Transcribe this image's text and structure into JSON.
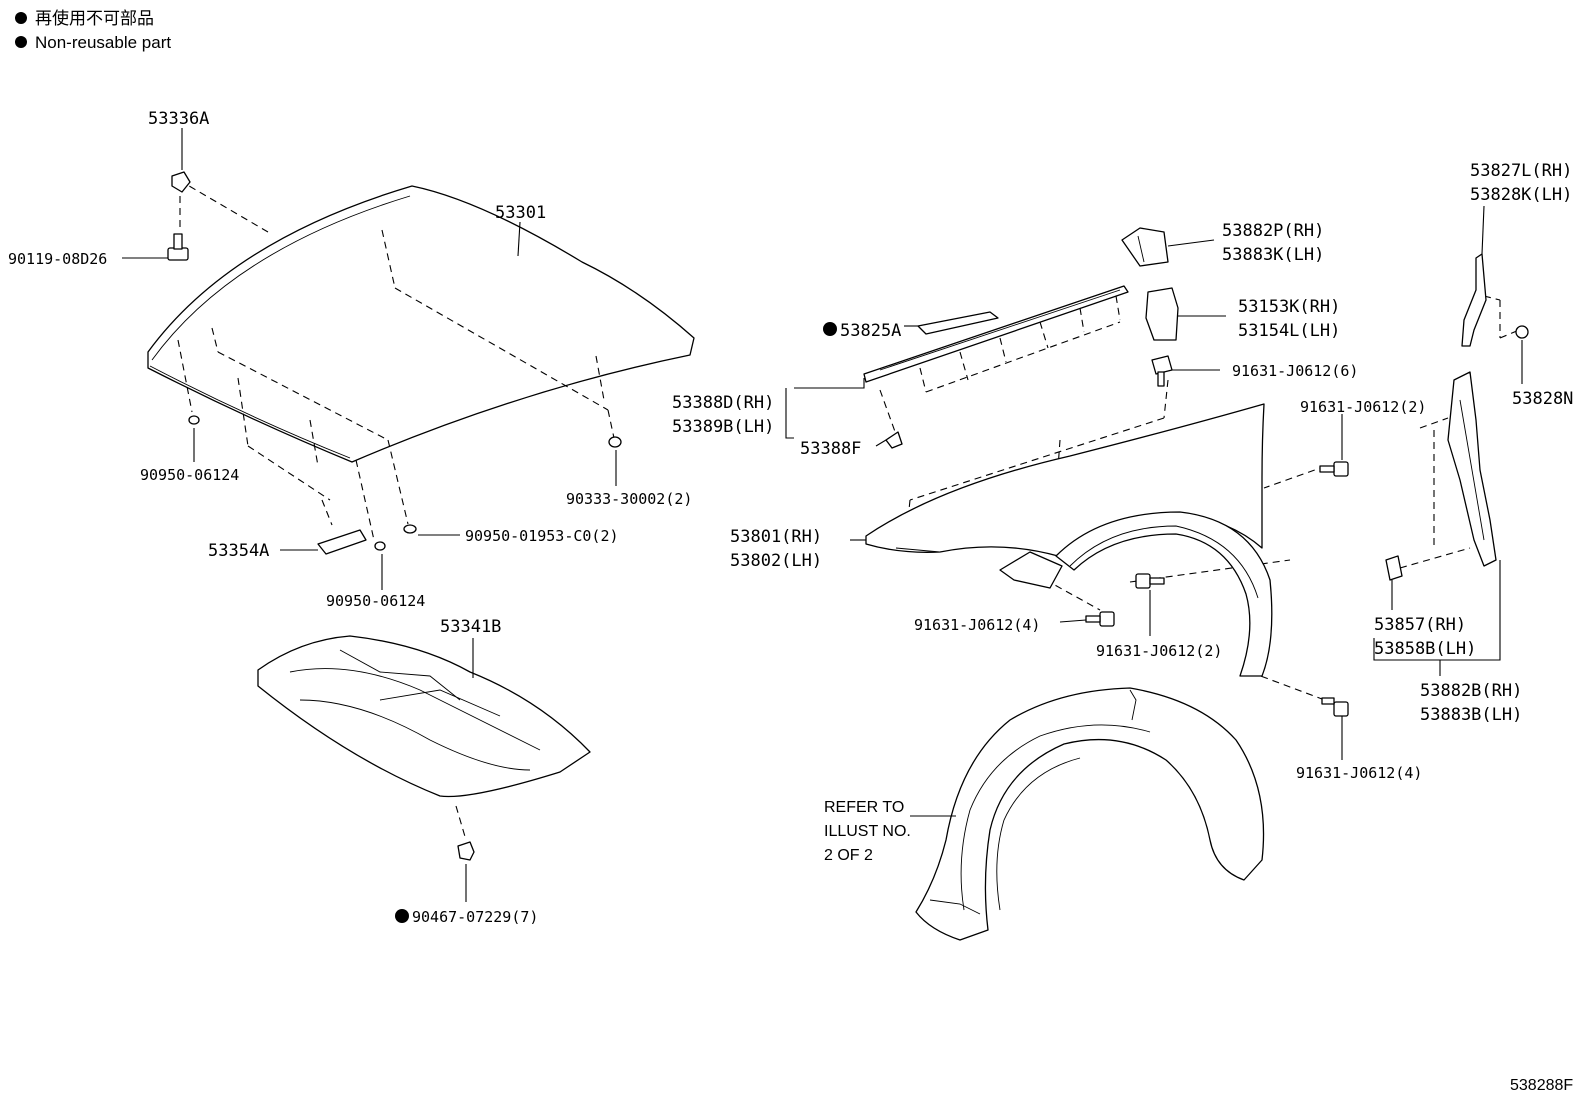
{
  "legend": {
    "line_jp": "再使用不可部品",
    "line_en": "Non-reusable part"
  },
  "figure_id": "538288F",
  "callouts": {
    "c53336A": "53336A",
    "c90119": "90119-08D26",
    "c53301": "53301",
    "c90950a": "90950-06124",
    "c90333": "90333-30002(2)",
    "c90950b": "90950-01953-C0(2)",
    "c53354A": "53354A",
    "c90950c": "90950-06124",
    "c53341B": "53341B",
    "c90467": "90467-07229(7)",
    "c53825A": "53825A",
    "c53388D": "53388D(RH)",
    "c53389B": "53389B(LH)",
    "c53388F": "53388F",
    "c53882P": "53882P(RH)",
    "c53883K": "53883K(LH)",
    "c53153K": "53153K(RH)",
    "c53154L": "53154L(LH)",
    "c91631_6": "91631-J0612(6)",
    "c91631_2a": "91631-J0612(2)",
    "c53801": "53801(RH)",
    "c53802": "53802(LH)",
    "c91631_4a": "91631-J0612(4)",
    "c91631_2b": "91631-J0612(2)",
    "c91631_4b": "91631-J0612(4)",
    "c53827L": "53827L(RH)",
    "c53828K": "53828K(LH)",
    "c53828N": "53828N",
    "c53857": "53857(RH)",
    "c53858B": "53858B(LH)",
    "c53882B": "53882B(RH)",
    "c53883B": "53883B(LH)"
  },
  "refer_note": {
    "line1": "REFER TO",
    "line2": "ILLUST NO.",
    "line3": "2 OF 2"
  }
}
